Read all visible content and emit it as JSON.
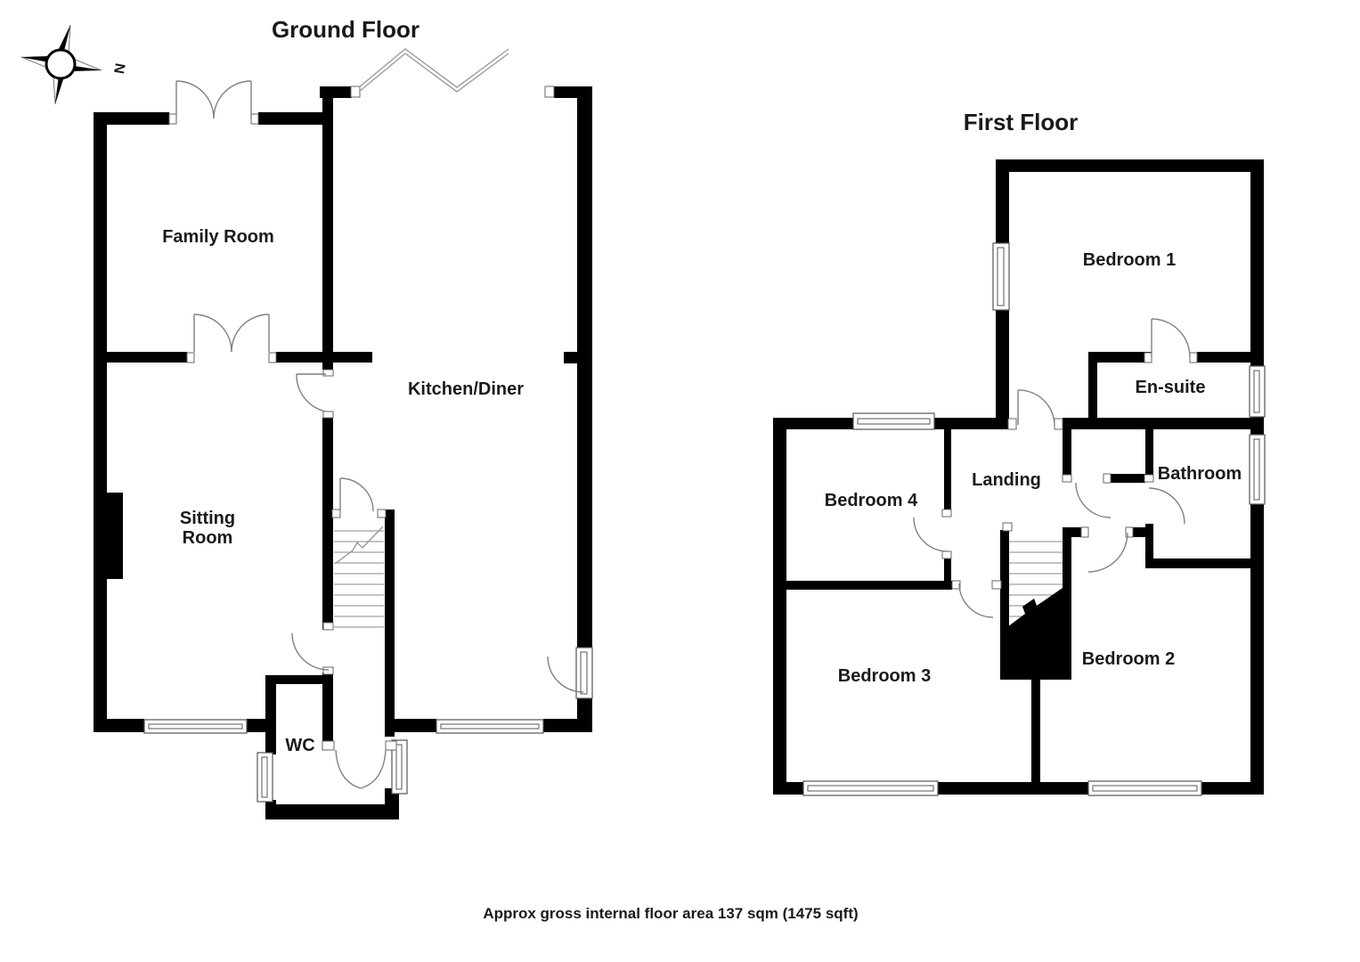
{
  "compass": {
    "label": "N"
  },
  "ground_floor": {
    "title": "Ground Floor",
    "rooms": {
      "family_room": "Family Room",
      "sitting_line1": "Sitting",
      "sitting_line2": "Room",
      "kitchen": "Kitchen/Diner",
      "wc": "WC"
    }
  },
  "first_floor": {
    "title": "First Floor",
    "rooms": {
      "bedroom1": "Bedroom 1",
      "bedroom2": "Bedroom 2",
      "bedroom3": "Bedroom 3",
      "bedroom4": "Bedroom 4",
      "ensuite": "En-suite",
      "bathroom": "Bathroom",
      "landing": "Landing"
    }
  },
  "footer": {
    "text": "Approx gross internal floor area 137 sqm (1475 sqft)"
  },
  "colors": {
    "wall": "#000000",
    "symbol_line": "#808080",
    "text": "#1a1a1a",
    "background": "#ffffff"
  }
}
